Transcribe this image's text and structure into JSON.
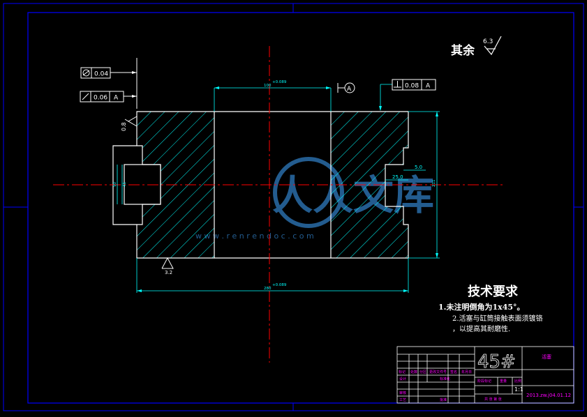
{
  "drawing": {
    "surface_finish": {
      "label": "其余",
      "roughness_value": "6.3"
    },
    "tolerance_frames": {
      "cylindricity": {
        "symbol": "cylindricity-symbol",
        "value": "0.04"
      },
      "runout": {
        "symbol": "runout-symbol",
        "value": "0.06",
        "datum": "A"
      },
      "perpendicularity": {
        "symbol": "perpendicularity-symbol",
        "value": "0.08",
        "datum": "A"
      }
    },
    "datum_label": "A",
    "roughness_marks": {
      "left_face": "0.8",
      "bottom": "3.2"
    },
    "dimensions": {
      "top_width": "100",
      "top_width_tol": "+0.089",
      "bottom_width": "280",
      "bottom_width_tol": "+0.089",
      "right_height": "211",
      "groove_depth": "5.0",
      "groove_width": "25.0",
      "left_outer": "90",
      "left_inner": "45"
    },
    "tech_requirements": {
      "title": "技术要求",
      "items": [
        "1.未注明倒角为1x45°。",
        "2.活塞与缸筒接触表面须镀铬",
        "，以提高其耐磨性."
      ]
    },
    "watermark": {
      "text_cn": "人人文库",
      "url": "w w w . r e n r e n d o c . c o m"
    }
  },
  "title_block": {
    "material": "45#",
    "part_name": "活塞",
    "scale": "1:1",
    "drawing_number": "2013.zw.j04.01.12",
    "labels": {
      "row1": [
        "标记",
        "处数",
        "分区",
        "更改文件号",
        "签名",
        "年月日"
      ],
      "design": "设计",
      "standardize": "标准化",
      "stage_mark": "阶段标记",
      "weight": "重量",
      "scale_label": "比例",
      "review": "审核",
      "process": "工艺",
      "approve": "批准",
      "sheets": "共 张 第 张"
    }
  },
  "colors": {
    "background": "#000000",
    "frame": "#0000ff",
    "outline": "#ffffff",
    "dimension": "#00ffff",
    "centerline": "#ff0000",
    "titleblock_text": "#ff00ff",
    "watermark": "#3a86c8"
  }
}
